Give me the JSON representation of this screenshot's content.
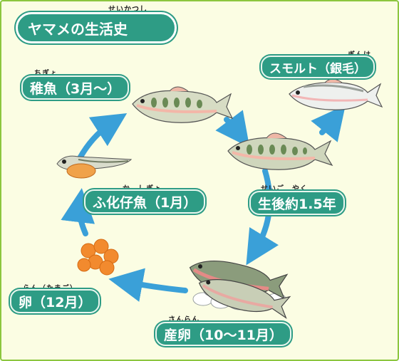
{
  "title": {
    "text": "ヤマメの生活史",
    "ruby": "せいかつし"
  },
  "stages": {
    "fry": {
      "label": "稚魚（3月〜）",
      "ruby": "ちぎょ"
    },
    "smolt": {
      "label": "スモルト（銀毛）",
      "ruby": "ぎんけ"
    },
    "hatch": {
      "label": "ふ化仔魚（1月）",
      "ruby": "か　しぎょ"
    },
    "growth": {
      "label": "生後約1.5年",
      "ruby": "せいご　やく"
    },
    "egg": {
      "label": "卵（12月）",
      "ruby": "らん（たまご）"
    },
    "spawn": {
      "label": "産卵（10〜11月）",
      "ruby": "さんらん"
    }
  },
  "colors": {
    "pill": "#2e9c85",
    "arrow": "#3aa0d8",
    "background": "#fbfde3",
    "border": "#8cc63f",
    "egg": "#f28a2e"
  },
  "icons": [
    "trout-fry-fish",
    "smolt-fish",
    "adult-trout-fish",
    "larva-with-yolk-sac",
    "egg-cluster",
    "spawning-pair"
  ]
}
